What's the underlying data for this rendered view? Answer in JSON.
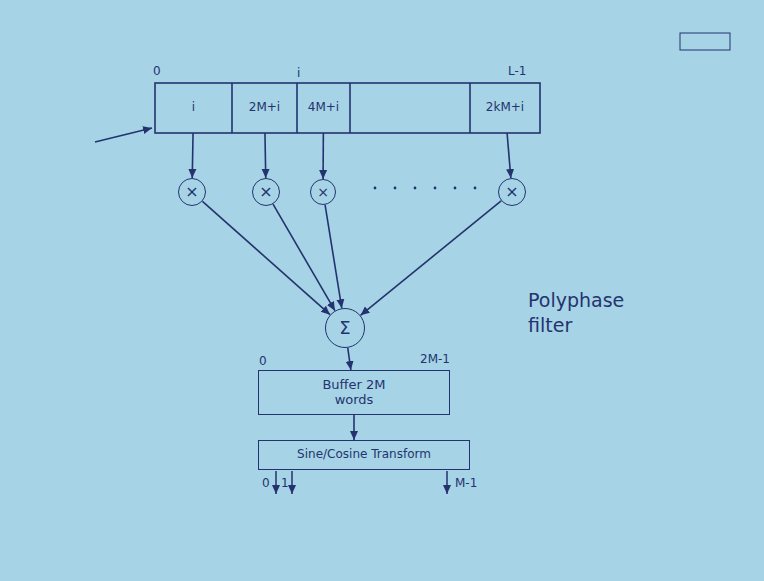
{
  "diagram": {
    "nodes": [
      {
        "text": [
          "i"
        ]
      },
      {
        "text": [
          "2M+i"
        ]
      },
      {
        "text": [
          "4M+i"
        ]
      },
      {
        "text": [
          "2kM+i"
        ]
      },
      {
        "text": [
          "×"
        ]
      },
      {
        "text": [
          "×"
        ]
      },
      {
        "text": [
          "×"
        ]
      },
      {
        "text": [
          "×"
        ]
      },
      {
        "text": [
          "Σ"
        ]
      },
      {
        "text": [
          "Buffer 2M words"
        ]
      },
      {
        "text": [
          "Sine/Cosine Transform"
        ]
      }
    ],
    "edges": [
      {
        "from": 0,
        "to": 4,
        "arrow": "to"
      },
      {
        "from": 1,
        "to": 5,
        "arrow": "to"
      },
      {
        "from": 2,
        "to": 6,
        "arrow": "to"
      },
      {
        "from": 3,
        "to": 7,
        "arrow": "to"
      },
      {
        "from": 4,
        "to": 8,
        "arrow": "to"
      },
      {
        "from": 5,
        "to": 8,
        "arrow": "to"
      },
      {
        "from": 6,
        "to": 8,
        "arrow": "to"
      },
      {
        "from": 7,
        "to": 8,
        "arrow": "to"
      },
      {
        "from": 8,
        "to": 9,
        "arrow": "to"
      },
      {
        "from": 9,
        "to": 10,
        "arrow": "to"
      }
    ],
    "labels": [
      "0",
      "i",
      "L-1",
      "0",
      "2M-1",
      "0",
      "1",
      "M-1",
      "Polyphase filter"
    ]
  }
}
